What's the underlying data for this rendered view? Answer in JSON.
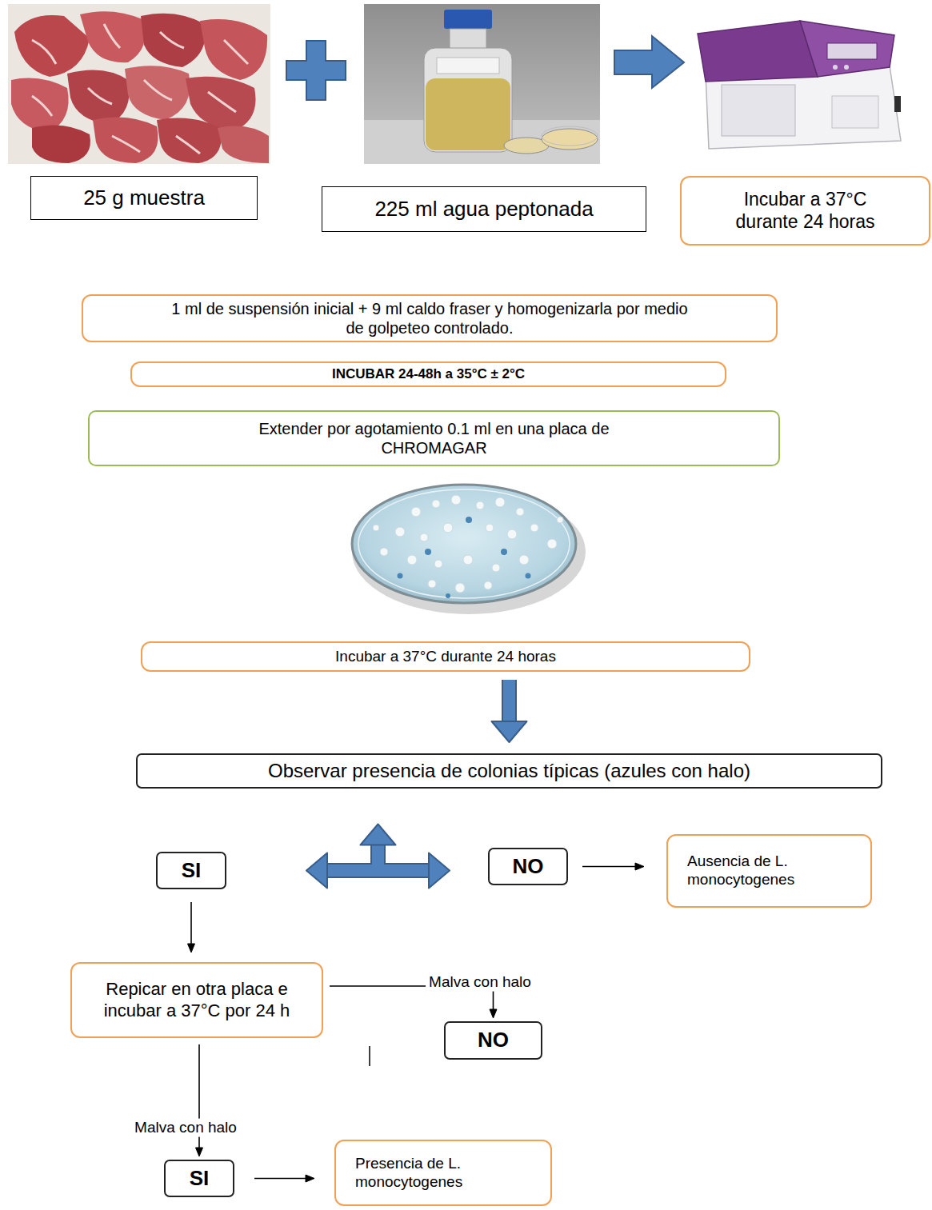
{
  "diagram": {
    "nodes": [
      {
        "text": [
          "25 g muestra"
        ]
      },
      {
        "text": [
          "225 ml agua peptonada"
        ]
      },
      {
        "text": [
          "Incubar a 37°C durante 24 horas"
        ]
      },
      {
        "text": [
          "1 ml de suspensión inicial + 9 ml caldo fraser y homogenizarla por medio de golpeteo controlado."
        ]
      },
      {
        "text": [
          "INCUBAR 24-48h a 35°C ± 2°C"
        ]
      },
      {
        "text": [
          "Extender por agotamiento 0.1 ml en una placa de CHROMAGAR"
        ]
      },
      {
        "text": [
          "Incubar a 37°C durante 24 horas"
        ]
      },
      {
        "text": [
          "Observar presencia de colonias típicas (azules con halo)"
        ]
      },
      {
        "text": [
          "SI"
        ]
      },
      {
        "text": [
          "NO"
        ]
      },
      {
        "text": [
          "Ausencia de L. monocytogenes"
        ]
      },
      {
        "text": [
          "Repicar en otra placa e incubar a 37°C por 24 h"
        ]
      },
      {
        "text": [
          "NO"
        ]
      },
      {
        "text": [
          "SI"
        ]
      },
      {
        "text": [
          "Presencia de L. monocytogenes"
        ]
      }
    ],
    "edges": [
      {
        "from": 6,
        "to": 7,
        "arrow": "to"
      },
      {
        "from": 8,
        "to": 9,
        "arrow": "both"
      },
      {
        "from": 9,
        "to": 10,
        "arrow": "to"
      },
      {
        "from": 8,
        "to": 11,
        "arrow": "to"
      },
      {
        "from": 11,
        "to": 12,
        "arrow": "to",
        "label": "Malva con halo"
      },
      {
        "from": 11,
        "to": 13,
        "arrow": "to",
        "label": "Malva con halo"
      },
      {
        "from": 13,
        "to": 14,
        "arrow": "to"
      }
    ]
  }
}
